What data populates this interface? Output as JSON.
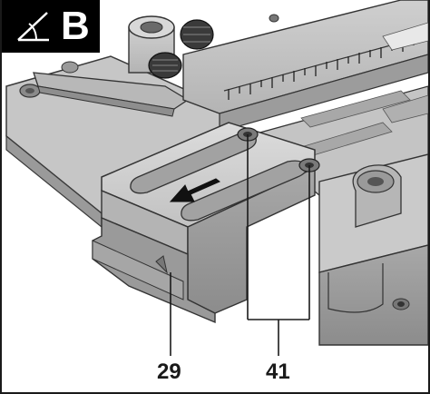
{
  "figure": {
    "badge_letter": "B",
    "badge_icon": "miter-angle-icon",
    "callouts": [
      {
        "id": "29",
        "text": "29"
      },
      {
        "id": "41",
        "text": "41"
      }
    ],
    "arrow_icon": "slide-direction-arrow-icon",
    "colors": {
      "badge_bg": "#000000",
      "badge_text": "#ffffff",
      "line": "#1a1a1a",
      "metal_light": "#d4d4d4",
      "metal_mid": "#b0b0b0",
      "metal_dark": "#8a8a8a"
    }
  }
}
